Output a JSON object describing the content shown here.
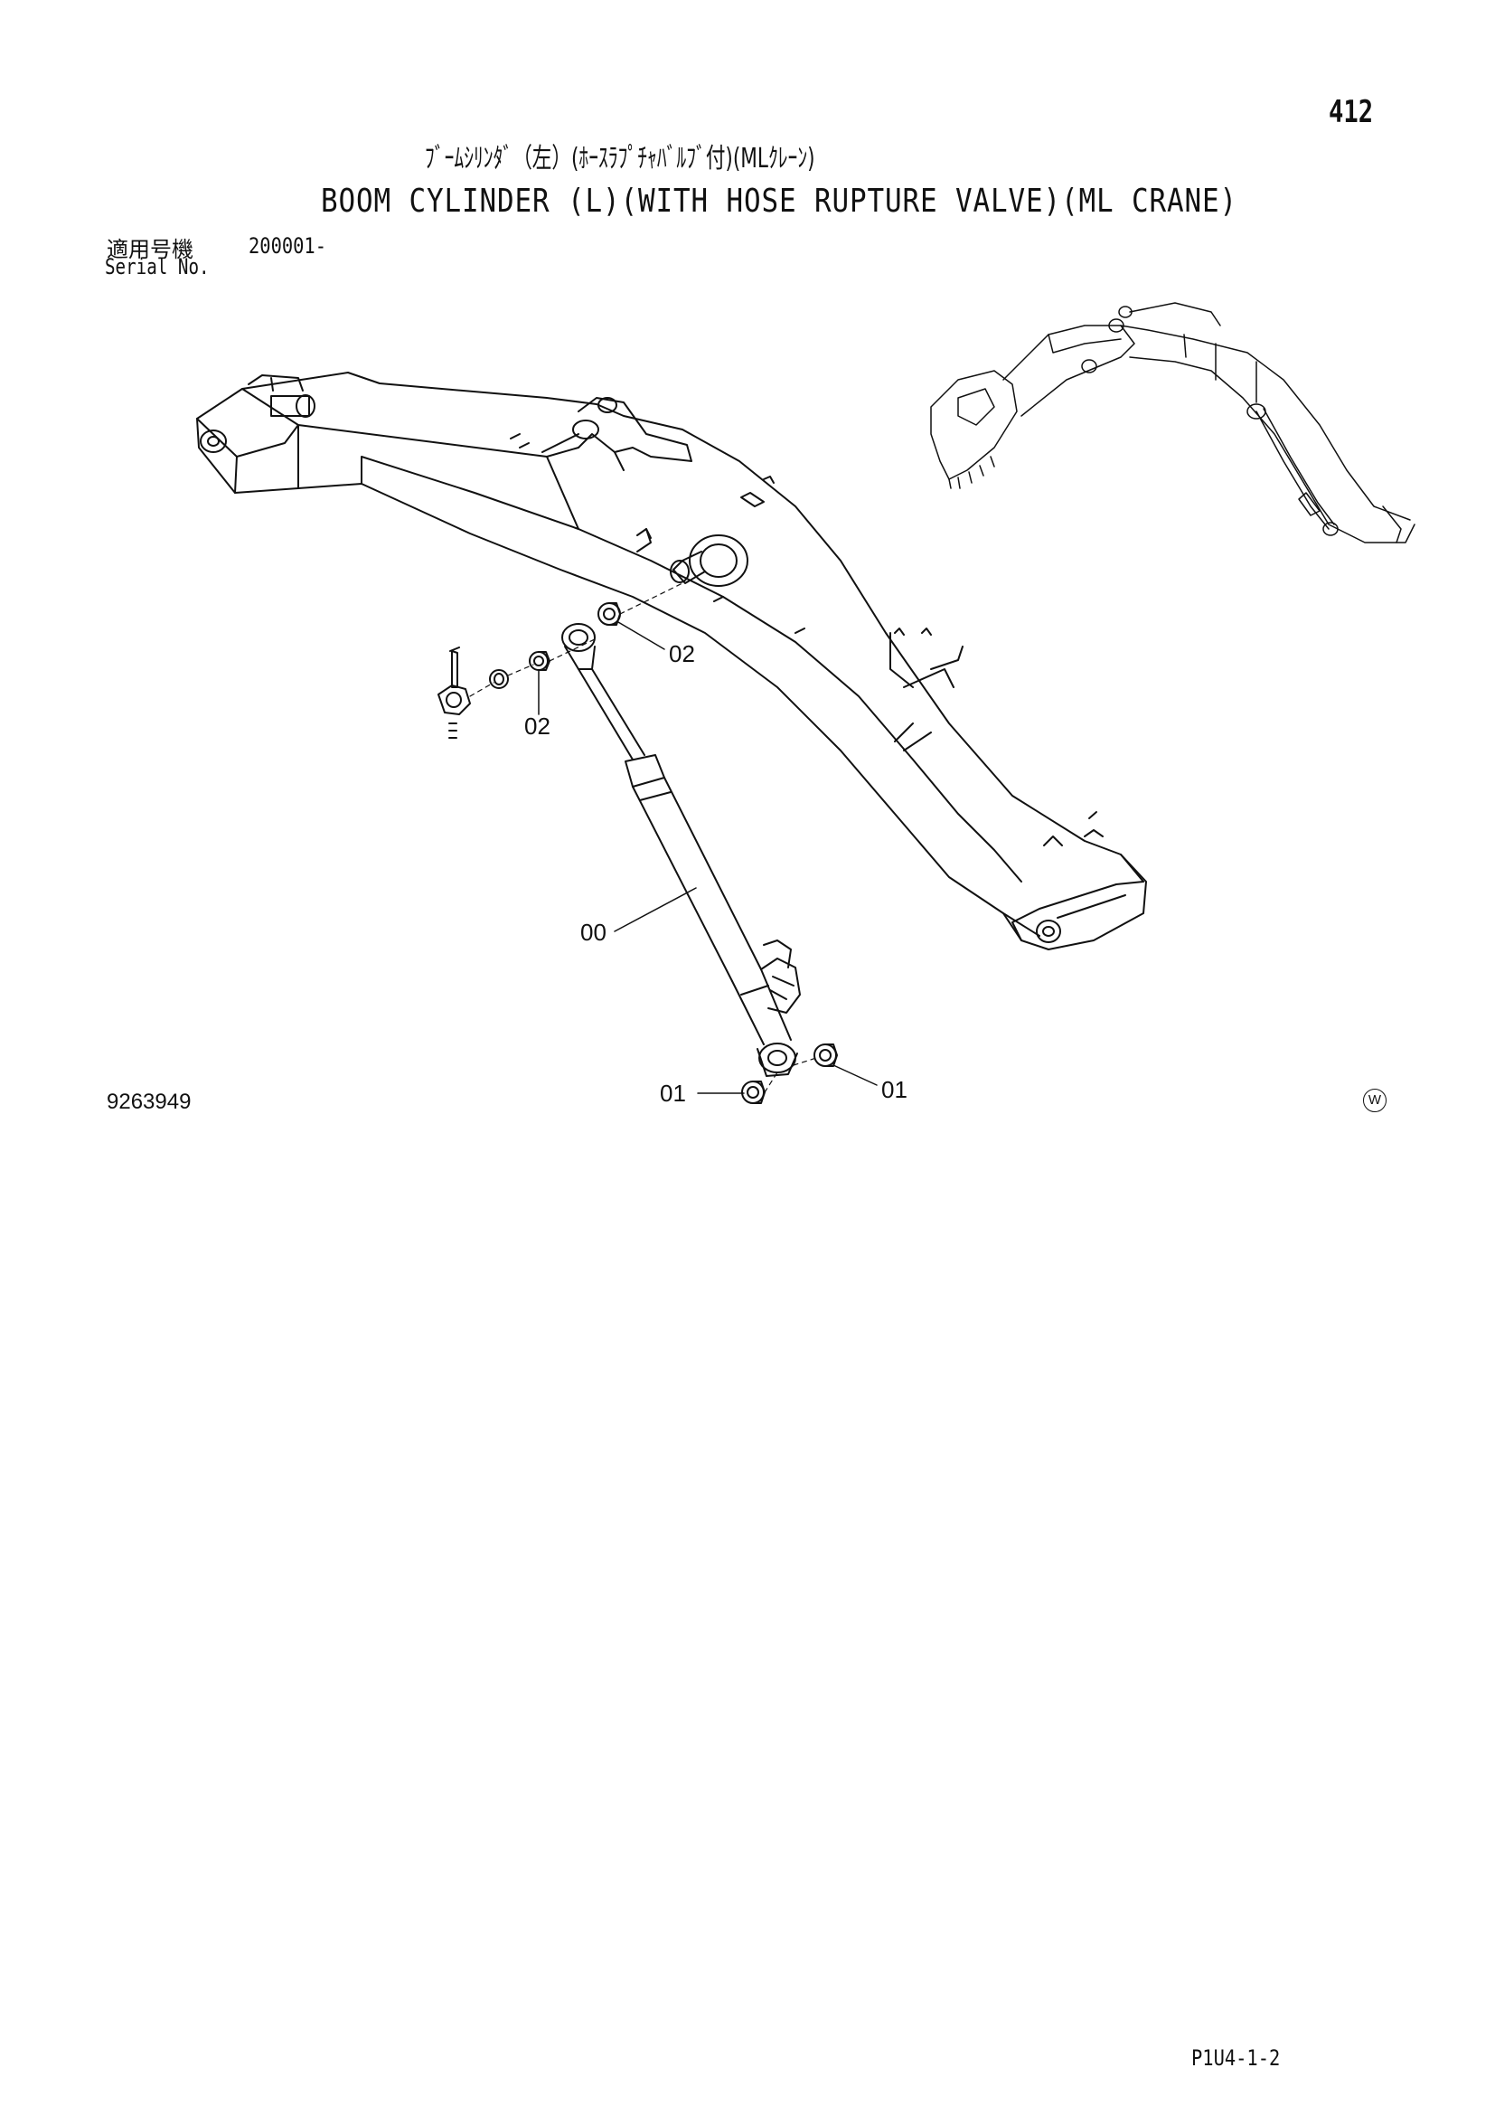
{
  "page_number": "412",
  "title_jp": "ﾌﾞｰﾑｼﾘﾝﾀﾞ（左）(ﾎｰｽﾗﾌﾟﾁｬﾊﾞﾙﾌﾞ付)(MLｸﾚｰﾝ)",
  "title_en": "BOOM CYLINDER (L)(WITH HOSE RUPTURE VALVE)(ML CRANE)",
  "serial": {
    "label_jp": "適用号機",
    "label_en": "Serial No.",
    "value": "200001-"
  },
  "callouts": {
    "c02_right": "02",
    "c02_left": "02",
    "c00": "00",
    "c01_left": "01",
    "c01_right": "01"
  },
  "drawing_number": "9263949",
  "mark": "W",
  "page_code": "P1U4-1-2"
}
